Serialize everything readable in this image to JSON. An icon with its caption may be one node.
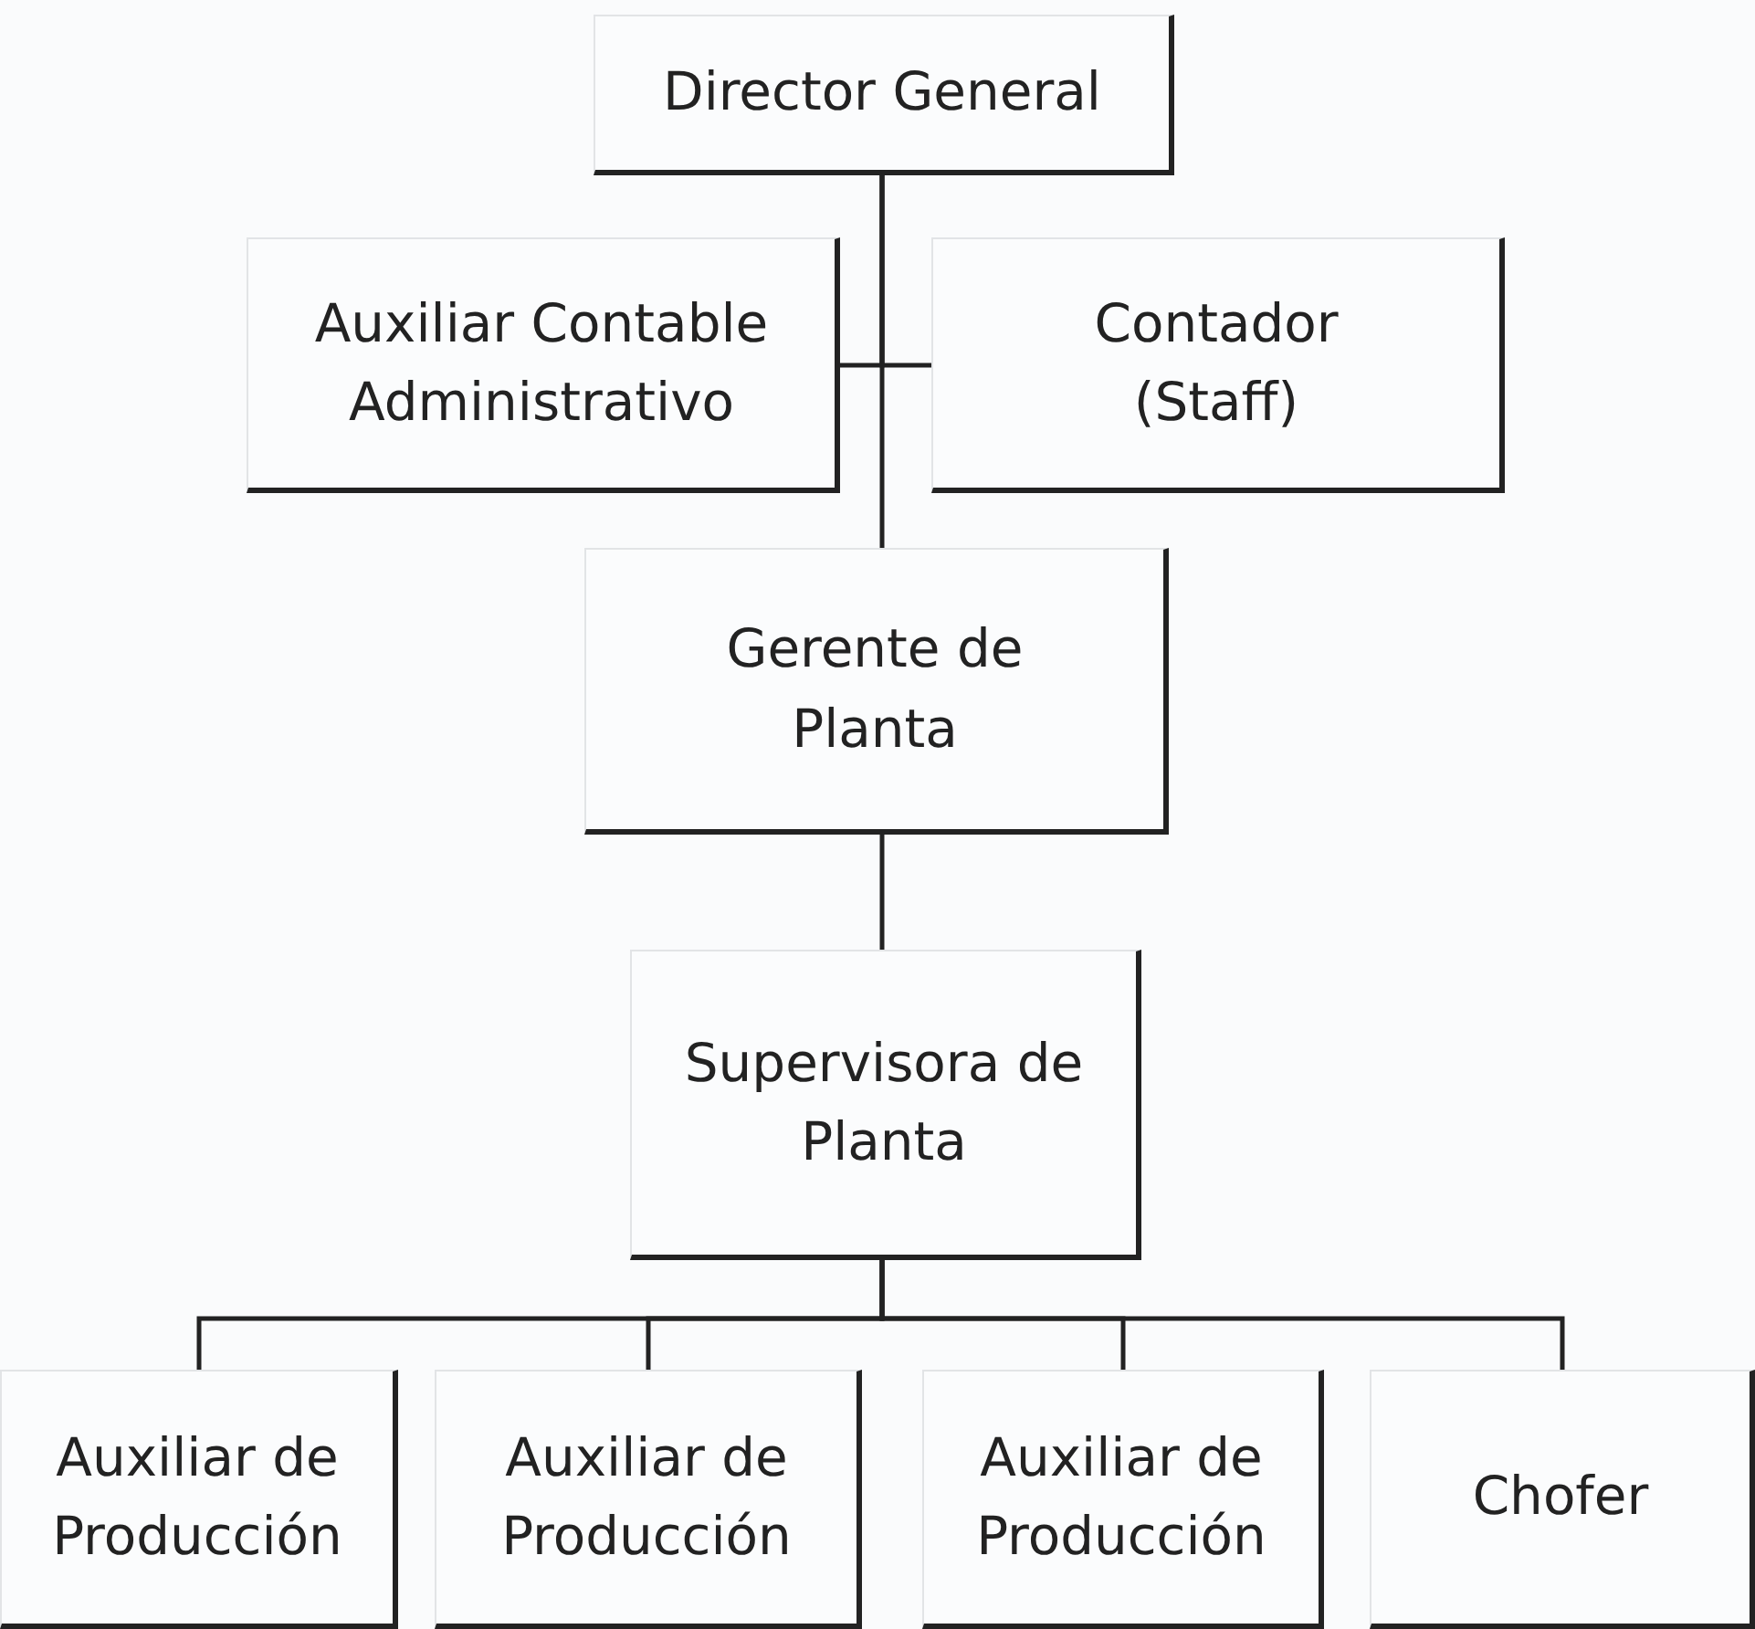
{
  "diagram": {
    "nodes": [
      {
        "text": [
          "Director General"
        ]
      },
      {
        "text": [
          "Auxiliar Contable Administrativo"
        ]
      },
      {
        "text": [
          "Contador (Staff)"
        ]
      },
      {
        "text": [
          "Gerente de Planta"
        ]
      },
      {
        "text": [
          "Supervisora de Planta"
        ]
      },
      {
        "text": [
          "Auxiliar de Producción"
        ]
      },
      {
        "text": [
          "Auxiliar de Producción"
        ]
      },
      {
        "text": [
          "Auxiliar de Producción"
        ]
      },
      {
        "text": [
          "Chofer"
        ]
      }
    ],
    "edges": [
      {
        "from": 0,
        "to": 1,
        "arrow": "none"
      },
      {
        "from": 0,
        "to": 2,
        "arrow": "none"
      },
      {
        "from": 0,
        "to": 3,
        "arrow": "none"
      },
      {
        "from": 3,
        "to": 4,
        "arrow": "none"
      },
      {
        "from": 4,
        "to": 5,
        "arrow": "none"
      },
      {
        "from": 4,
        "to": 6,
        "arrow": "none"
      },
      {
        "from": 4,
        "to": 7,
        "arrow": "none"
      },
      {
        "from": 4,
        "to": 8,
        "arrow": "none"
      }
    ]
  }
}
